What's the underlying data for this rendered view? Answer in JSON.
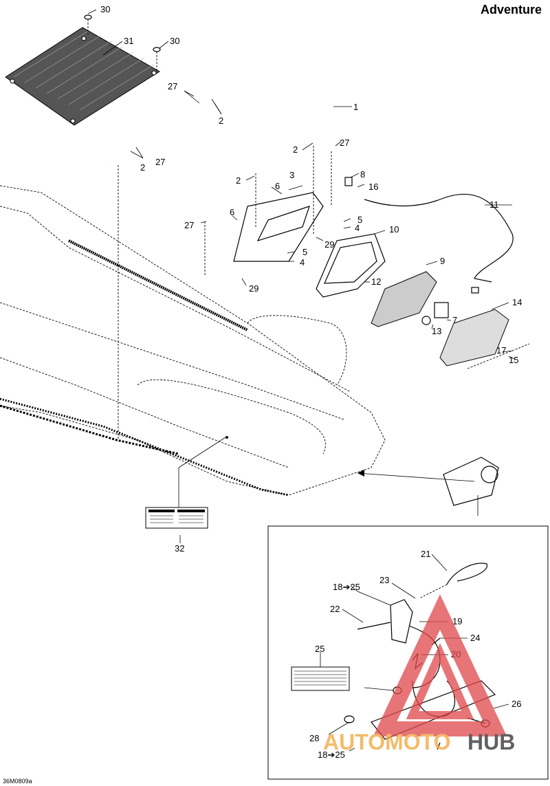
{
  "header": {
    "title": "Adventure"
  },
  "footer": {
    "drawing_code": "36M0809a"
  },
  "callouts": [
    {
      "id": "c30a",
      "text": "30"
    },
    {
      "id": "c31",
      "text": "31"
    },
    {
      "id": "c30b",
      "text": "30"
    },
    {
      "id": "c27a",
      "text": "27"
    },
    {
      "id": "c2a",
      "text": "2"
    },
    {
      "id": "c1",
      "text": "1"
    },
    {
      "id": "c2b",
      "text": "2"
    },
    {
      "id": "c27b",
      "text": "27"
    },
    {
      "id": "c2c",
      "text": "2"
    },
    {
      "id": "c27c",
      "text": "27"
    },
    {
      "id": "c2d",
      "text": "2"
    },
    {
      "id": "c3",
      "text": "3"
    },
    {
      "id": "c8",
      "text": "8"
    },
    {
      "id": "c6a",
      "text": "6"
    },
    {
      "id": "c16",
      "text": "16"
    },
    {
      "id": "c11",
      "text": "11"
    },
    {
      "id": "c27d",
      "text": "27"
    },
    {
      "id": "c6b",
      "text": "6"
    },
    {
      "id": "c5a",
      "text": "5"
    },
    {
      "id": "c4a",
      "text": "4"
    },
    {
      "id": "c10",
      "text": "10"
    },
    {
      "id": "c29a",
      "text": "29"
    },
    {
      "id": "c5b",
      "text": "5"
    },
    {
      "id": "c4b",
      "text": "4"
    },
    {
      "id": "c9",
      "text": "9"
    },
    {
      "id": "c12",
      "text": "12"
    },
    {
      "id": "c29b",
      "text": "29"
    },
    {
      "id": "c7",
      "text": "7"
    },
    {
      "id": "c14",
      "text": "14"
    },
    {
      "id": "c13",
      "text": "13"
    },
    {
      "id": "c17",
      "text": "17"
    },
    {
      "id": "c15",
      "text": "15"
    },
    {
      "id": "c32",
      "text": "32"
    },
    {
      "id": "c21",
      "text": "21"
    },
    {
      "id": "c18a",
      "text": "18➔25"
    },
    {
      "id": "c23",
      "text": "23"
    },
    {
      "id": "c22",
      "text": "22"
    },
    {
      "id": "c19",
      "text": "19"
    },
    {
      "id": "c24",
      "text": "24"
    },
    {
      "id": "c25",
      "text": "25"
    },
    {
      "id": "c20",
      "text": "20"
    },
    {
      "id": "c26",
      "text": "26"
    },
    {
      "id": "c28",
      "text": "28"
    },
    {
      "id": "c18b",
      "text": "18➔25"
    }
  ],
  "watermark": {
    "text_part1": "AUTOMOTO",
    "text_part2": "HUB",
    "color_primary": "#e0484a",
    "color_secondary": "#f2a33a",
    "color_dark": "#2b2b2b"
  }
}
